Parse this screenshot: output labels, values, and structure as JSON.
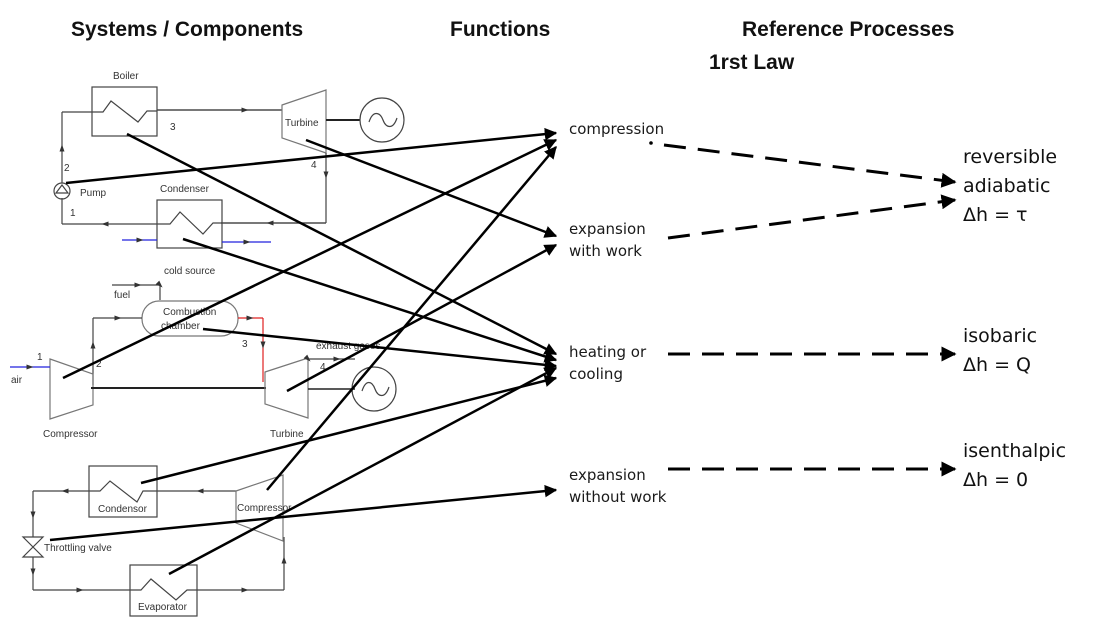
{
  "headers": {
    "systems": "Systems / Components",
    "functions": "Functions",
    "reference": "Reference Processes",
    "law": "1rst Law"
  },
  "functions": [
    {
      "id": "compression",
      "label": "compression"
    },
    {
      "id": "expansion-with-work",
      "label": "expansion\nwith work"
    },
    {
      "id": "heating-cooling",
      "label": "heating or\ncooling"
    },
    {
      "id": "expansion-without-work",
      "label": "expansion\nwithout work"
    }
  ],
  "reference_processes": [
    {
      "id": "reversible-adiabatic",
      "label": "reversible\nadiabatic\nΔh = τ"
    },
    {
      "id": "isobaric",
      "label": "isobaric\nΔh = Q"
    },
    {
      "id": "isenthalpic",
      "label": "isenthalpic\nΔh = 0"
    }
  ],
  "steam_cycle": {
    "boiler": "Boiler",
    "turbine": "Turbine",
    "pump": "Pump",
    "condenser": "Condenser",
    "cold_source": "cold source",
    "points": [
      "1",
      "2",
      "3",
      "4"
    ]
  },
  "gas_turbine": {
    "fuel": "fuel",
    "combustion_chamber": [
      "Combustion",
      "chamber"
    ],
    "exhaust": "exhaust gases",
    "air": "air",
    "compressor": "Compressor",
    "turbine": "Turbine",
    "points": [
      "1",
      "2",
      "3",
      "4"
    ]
  },
  "refrigeration": {
    "condensor": "Condensor",
    "compressor": "Compressor",
    "valve": "Throttling valve",
    "evaporator": "Evaporator"
  },
  "mappings": [
    {
      "component": "Boiler",
      "function": "heating or cooling"
    },
    {
      "component": "Turbine (steam)",
      "function": "expansion with work"
    },
    {
      "component": "Pump",
      "function": "compression"
    },
    {
      "component": "Condenser",
      "function": "heating or cooling"
    },
    {
      "component": "Compressor (gas turbine)",
      "function": "compression"
    },
    {
      "component": "Combustion chamber",
      "function": "heating or cooling"
    },
    {
      "component": "Turbine (gas turbine)",
      "function": "expansion with work"
    },
    {
      "component": "Condensor",
      "function": "heating or cooling"
    },
    {
      "component": "Compressor (refrigeration)",
      "function": "compression"
    },
    {
      "component": "Throttling valve",
      "function": "expansion without work"
    },
    {
      "component": "Evaporator",
      "function": "heating or cooling"
    }
  ],
  "process_links": [
    {
      "function": "compression",
      "process": "reversible adiabatic"
    },
    {
      "function": "expansion with work",
      "process": "reversible adiabatic"
    },
    {
      "function": "heating or cooling",
      "process": "isobaric"
    },
    {
      "function": "expansion without work",
      "process": "isenthalpic"
    }
  ],
  "colors": {
    "working_fluid": "#333333",
    "cold_stream": "#2222dd",
    "hot_gas": "#e02020",
    "link": "#000000"
  }
}
